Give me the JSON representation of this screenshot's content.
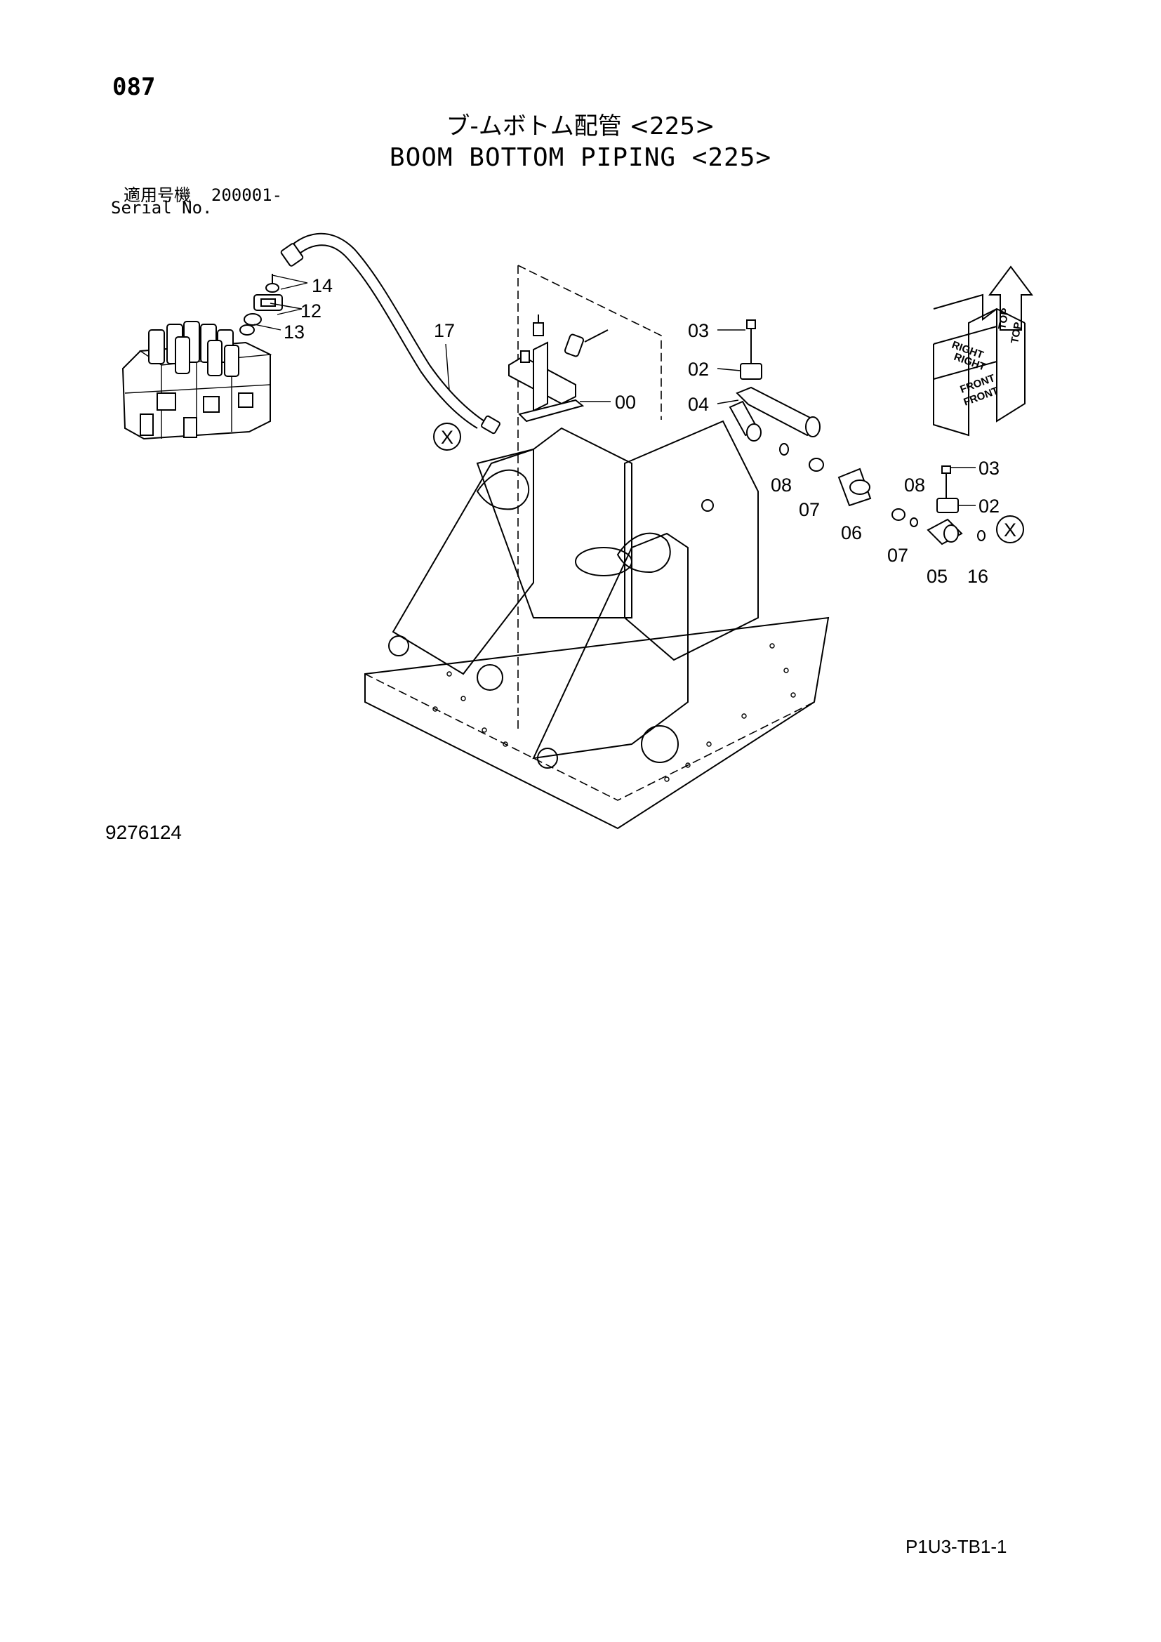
{
  "header": {
    "page_number": "087",
    "title_jp": "ブ-ムボトム配管 <225>",
    "title_en": "BOOM BOTTOM PIPING <225>",
    "serial_label_jp": "適用号機  200001-",
    "serial_label_en": "Serial No."
  },
  "figure": {
    "figure_number": "9276124",
    "callouts": {
      "c14": "14",
      "c12": "12",
      "c13": "13",
      "c17": "17",
      "c00": "00",
      "c03a": "03",
      "c02a": "02",
      "c04": "04",
      "c08a": "08",
      "c07a": "07",
      "c06": "06",
      "c08b": "08",
      "c03b": "03",
      "c02b": "02",
      "c07b": "07",
      "c05": "05",
      "c16": "16",
      "x_left": "X",
      "x_right": "X"
    },
    "orientation": {
      "top_1": "TOP",
      "top_2": "TOP",
      "right_1": "RIGHT",
      "right_2": "RIGHT",
      "front_1": "FRONT",
      "front_2": "FRONT"
    }
  },
  "footer": {
    "page_code": "P1U3-TB1-1"
  }
}
